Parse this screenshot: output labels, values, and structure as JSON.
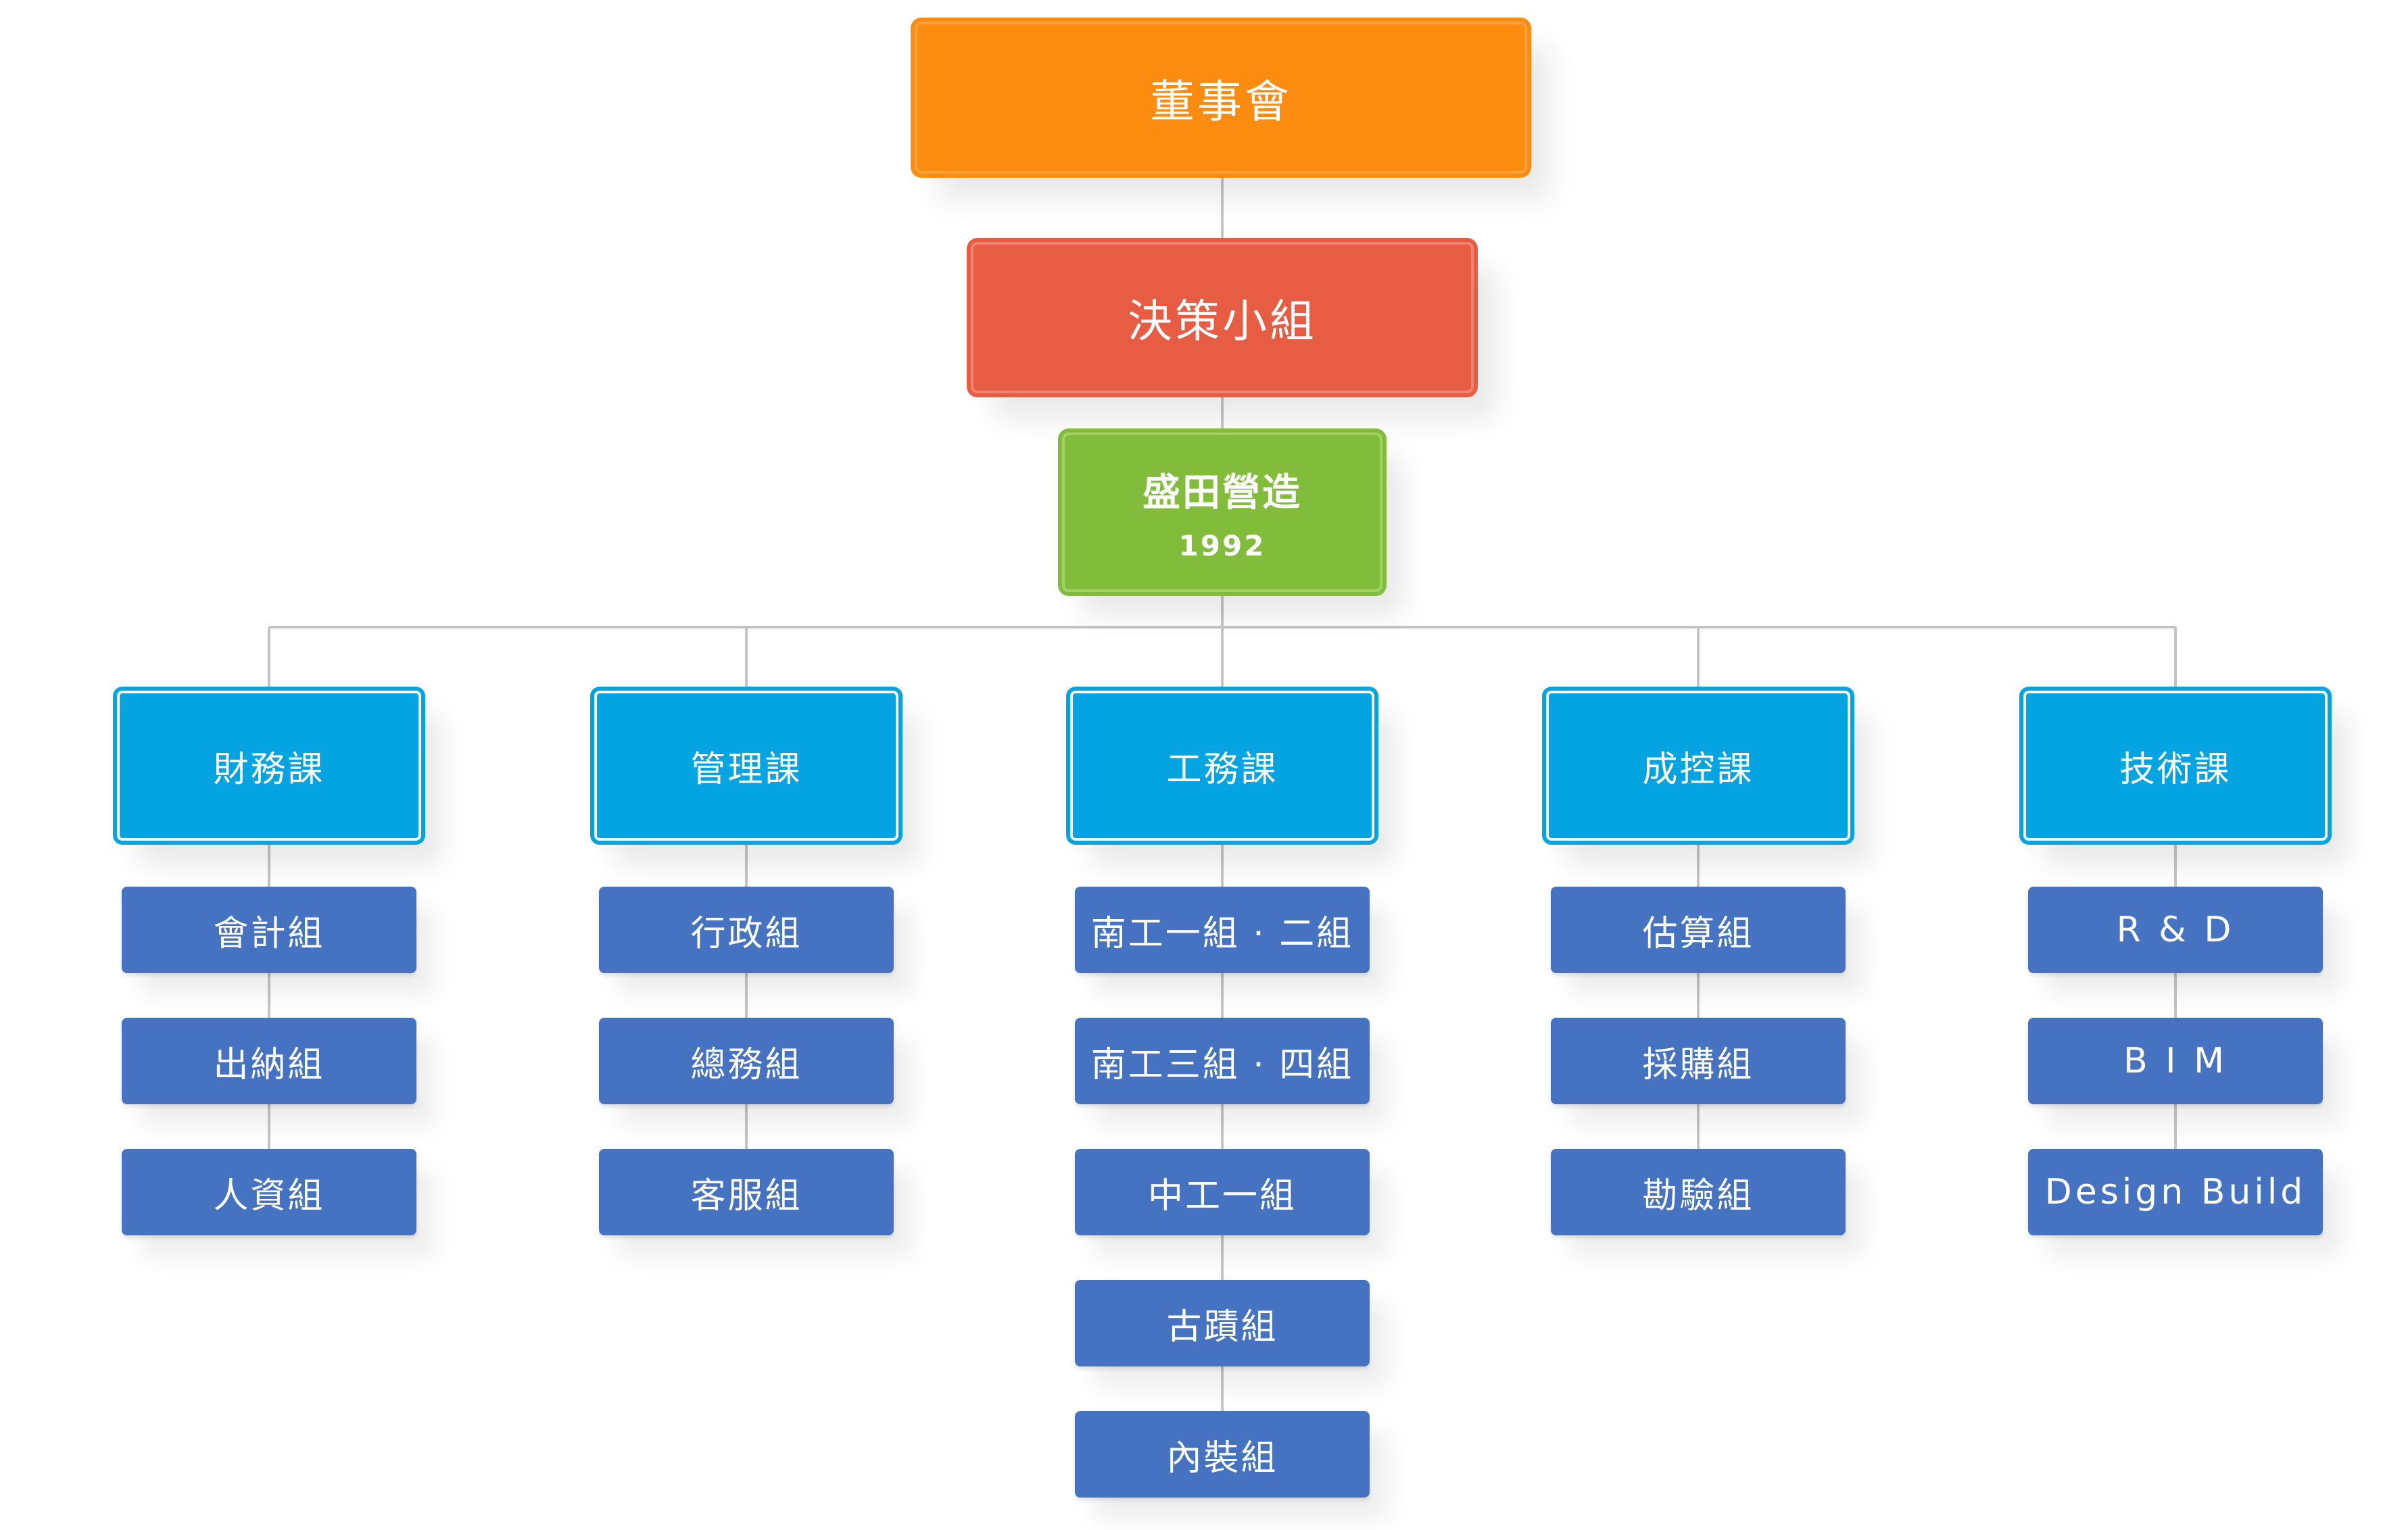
{
  "board": {
    "label": "董事會"
  },
  "decision": {
    "label": "決策小組"
  },
  "company": {
    "name": "盛田營造",
    "year": "1992"
  },
  "colors": {
    "board": "#fb8c0f",
    "decision": "#e65d44",
    "company": "#81bd3a",
    "department": "#03a4e1",
    "team": "#4573c1",
    "connector": "#c4c4c4"
  },
  "departments": [
    {
      "label": "財務課",
      "teams": [
        "會計組",
        "出納組",
        "人資組"
      ]
    },
    {
      "label": "管理課",
      "teams": [
        "行政組",
        "總務組",
        "客服組"
      ]
    },
    {
      "label": "工務課",
      "teams": [
        "南工一組 · 二組",
        "南工三組 · 四組",
        "中工一組",
        "古蹟組",
        "內裝組"
      ]
    },
    {
      "label": "成控課",
      "teams": [
        "估算組",
        "採購組",
        "勘驗組"
      ]
    },
    {
      "label": "技術課",
      "teams": [
        "R & D",
        "B I M",
        "Design Build"
      ]
    }
  ]
}
